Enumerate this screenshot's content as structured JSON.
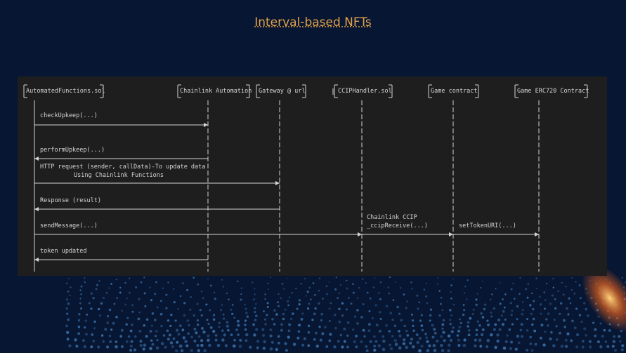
{
  "title": "Interval-based NFTs",
  "participants": [
    {
      "label": "AutomatedFunctions.sol"
    },
    {
      "label": "Chainlink Automation"
    },
    {
      "label": "Gateway @ url"
    },
    {
      "label": "CCIPHandler.sol"
    },
    {
      "label": "Game contract"
    },
    {
      "label": "Game ERC720 Contract"
    }
  ],
  "messages": [
    {
      "lines": [
        "checkUpkeep(...)"
      ],
      "from": 0,
      "to": 1
    },
    {
      "lines": [
        "performUpkeep(...)"
      ],
      "from": 1,
      "to": 0
    },
    {
      "lines": [
        "HTTP request (sender, callData)-To update data",
        "Using Chainlink Functions"
      ],
      "from": 0,
      "to": 2
    },
    {
      "lines": [
        "Response (result)"
      ],
      "from": 2,
      "to": 0
    },
    {
      "lines": [
        "sendMessage(...)"
      ],
      "from": 0,
      "to": 3
    },
    {
      "lines": [
        "Chainlink CCIP",
        "_ccipReceive(...)"
      ],
      "from": 3,
      "to": 4
    },
    {
      "lines": [
        "setTokenURI(...)"
      ],
      "from": 4,
      "to": 5
    },
    {
      "lines": [
        "token updated"
      ],
      "from": 1,
      "to": 0
    }
  ],
  "colors": {
    "background": "#071633",
    "panel": "#1e1e1e",
    "title": "#e3a24a",
    "line": "#d4d4d4",
    "dots": "#3e79b4"
  }
}
